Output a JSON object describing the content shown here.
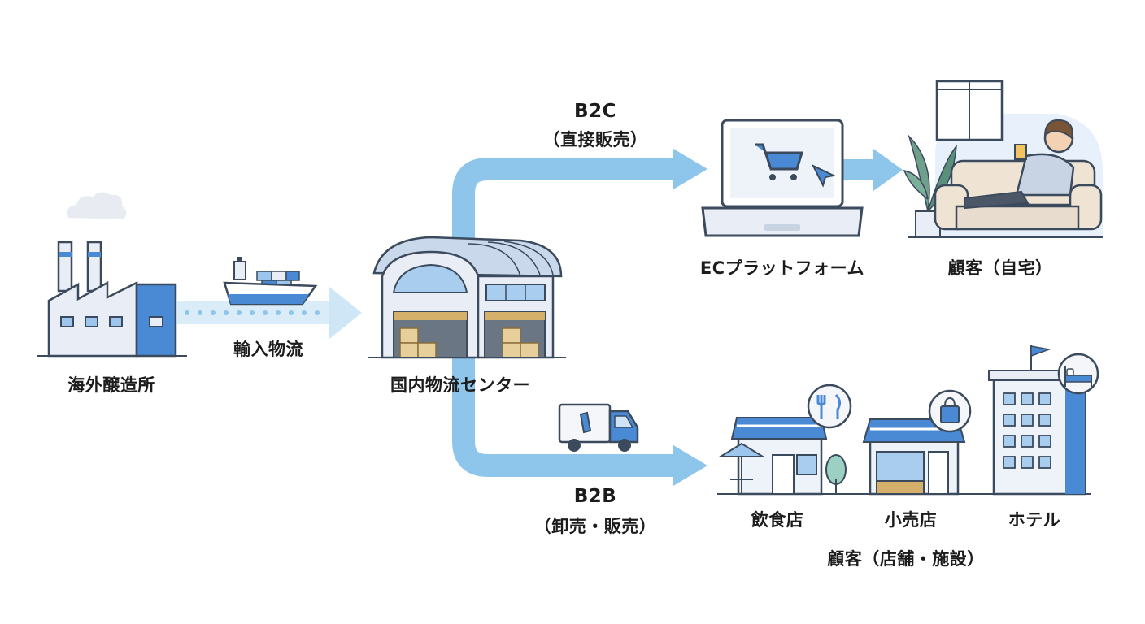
{
  "nodes": {
    "factory": "海外醸造所",
    "import_logistics": "輸入物流",
    "distribution_center": "国内物流センター",
    "ec_platform": "ECプラットフォーム",
    "customer_home": "顧客（自宅）",
    "restaurant": "飲食店",
    "retail": "小売店",
    "hotel": "ホテル",
    "customer_business": "顧客（店舗・施設）"
  },
  "channels": {
    "b2c_title": "B2C",
    "b2c_sub": "（直接販売）",
    "b2b_title": "B2B",
    "b2b_sub": "（卸売・販売）"
  },
  "colors": {
    "arrow": "#8ec5ea",
    "accent": "#4a8ad4",
    "outline": "#3b4a5c",
    "fill_light": "#e9eef6"
  },
  "icons": [
    "factory-icon",
    "cargo-ship-icon",
    "warehouse-icon",
    "laptop-cart-icon",
    "customer-sofa-icon",
    "delivery-truck-icon",
    "restaurant-icon",
    "retail-store-icon",
    "hotel-icon",
    "fork-knife-icon",
    "shopping-bag-icon",
    "bed-icon"
  ]
}
